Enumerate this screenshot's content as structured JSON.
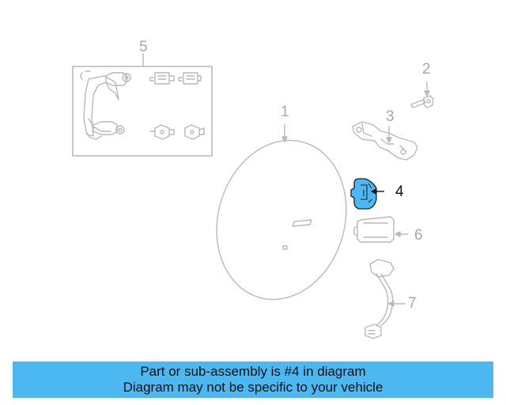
{
  "diagram": {
    "callouts": [
      {
        "id": "1",
        "text": "1",
        "highlighted": false
      },
      {
        "id": "2",
        "text": "2",
        "highlighted": false
      },
      {
        "id": "3",
        "text": "3",
        "highlighted": false
      },
      {
        "id": "4",
        "text": "4",
        "highlighted": true
      },
      {
        "id": "5",
        "text": "5",
        "highlighted": false
      },
      {
        "id": "6",
        "text": "6",
        "highlighted": false
      },
      {
        "id": "7",
        "text": "7",
        "highlighted": false
      }
    ],
    "colors": {
      "line_art": "#b9b9b9",
      "highlight_fill": "#4bb8f2",
      "highlight_stroke": "#222222",
      "banner_background": "#4bb8f2"
    }
  },
  "banner": {
    "line1": "Part or sub-assembly is #4 in diagram",
    "line2": "Diagram may not be specific to your vehicle"
  }
}
